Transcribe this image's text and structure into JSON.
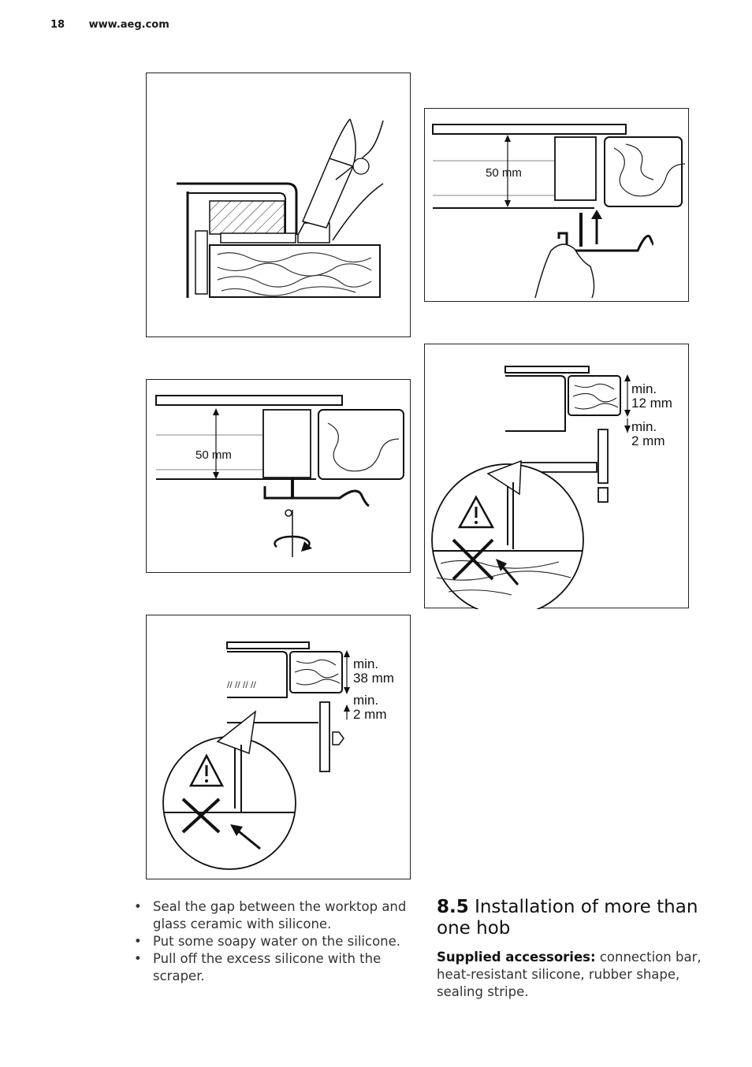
{
  "header": {
    "page_number": "18",
    "website": "www.aeg.com"
  },
  "figures": {
    "fig_clamp_insert": {
      "dimension": "50 mm"
    },
    "fig_clamp_tighten": {
      "dimension": "50 mm"
    },
    "fig_worktop_thin": {
      "label_1a": "min.",
      "label_1b": "12 mm",
      "label_2a": "min.",
      "label_2b": "2 mm"
    },
    "fig_worktop_thick": {
      "label_1a": "min.",
      "label_1b": "38 mm",
      "label_2a": "min.",
      "label_2b": "2 mm"
    }
  },
  "bullets": [
    "Seal the gap between the worktop and glass ceramic with silicone.",
    "Put some soapy water on the silicone.",
    "Pull off the excess silicone with the scraper."
  ],
  "section": {
    "number": "8.5",
    "title": "Installation of more than one hob",
    "supplied_label": "Supplied accessories:",
    "supplied_text": "connection bar, heat-resistant silicone, rubber shape, sealing stripe."
  }
}
